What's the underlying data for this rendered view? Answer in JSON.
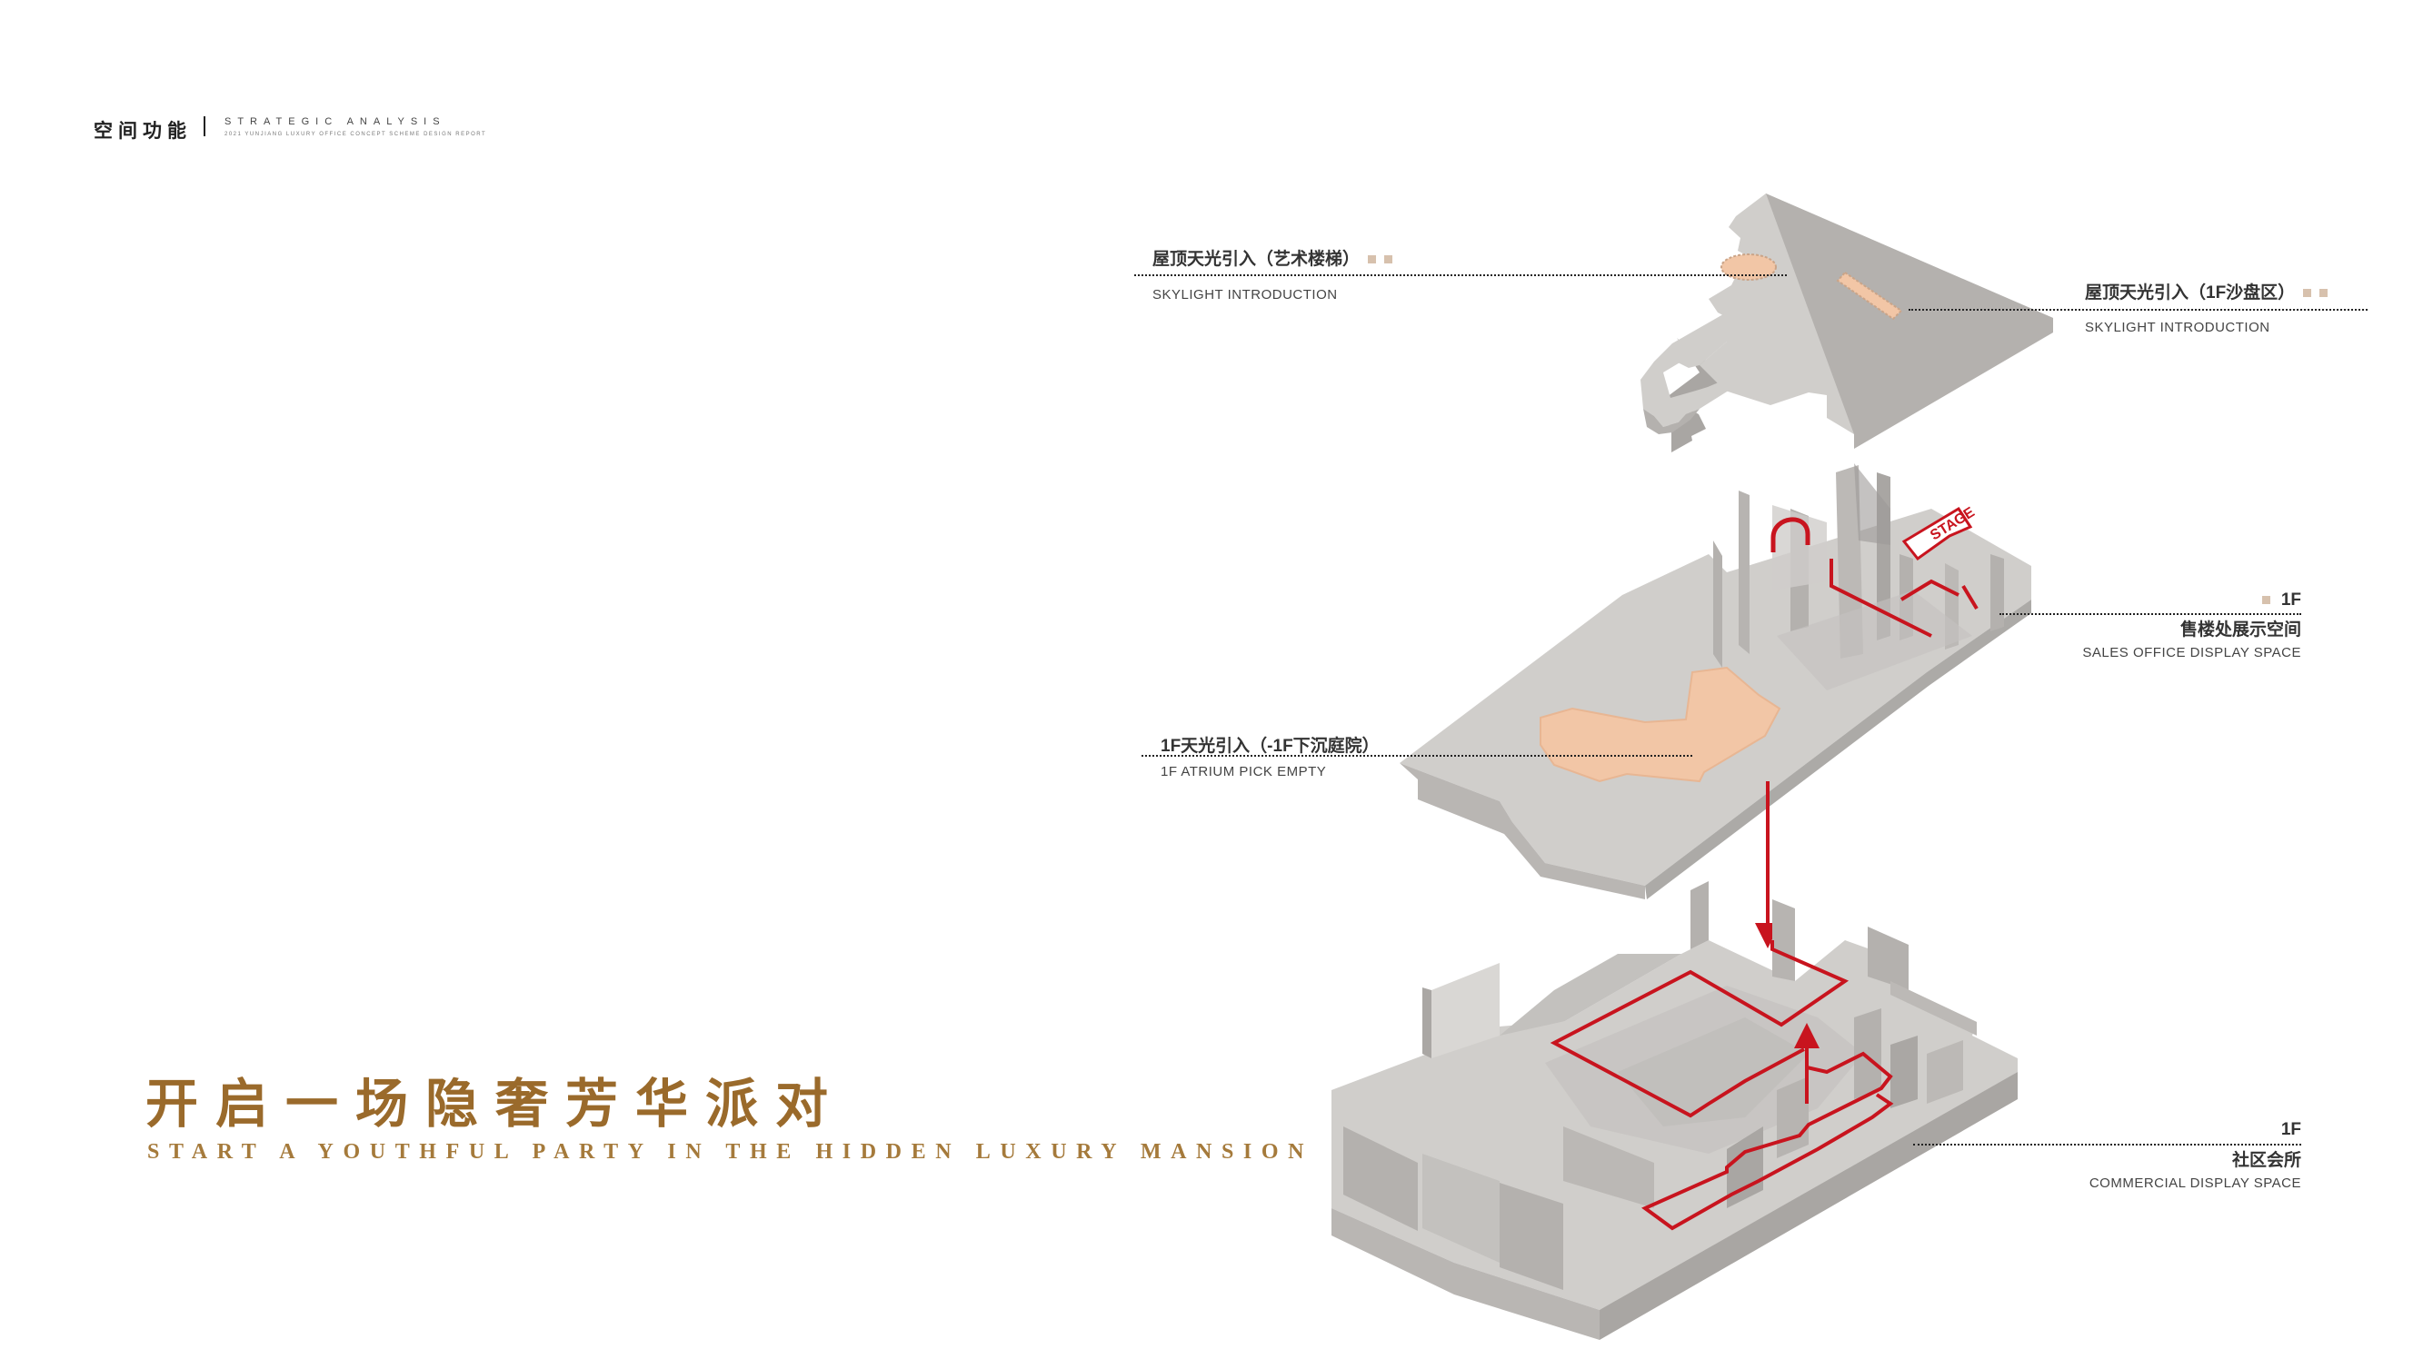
{
  "header": {
    "title": "空间功能",
    "english": "STRATEGIC ANALYSIS",
    "subtitle": "2021 YUNJIANG LUXURY OFFICE CONCEPT SCHEME DESIGN REPORT"
  },
  "title": {
    "chinese": "开启一场隐奢芳华派对",
    "english": "START A YOUTHFUL PARTY IN THE HIDDEN LUXURY MANSION"
  },
  "labels": {
    "skylight_stair": {
      "cn": "屋顶天光引入（艺术楼梯）",
      "en": "SKYLIGHT INTRODUCTION"
    },
    "skylight_sand": {
      "cn": "屋顶天光引入（1F沙盘区）",
      "en": "SKYLIGHT INTRODUCTION"
    },
    "sales": {
      "floor": "1F",
      "cn": "售楼处展示空间",
      "en": "SALES OFFICE DISPLAY SPACE"
    },
    "atrium": {
      "cn": "1F天光引入（-1F下沉庭院）",
      "en": "1F ATRIUM PICK EMPTY"
    },
    "club": {
      "floor": "1F",
      "cn": "社区会所",
      "en": "COMMERCIAL DISPLAY SPACE"
    },
    "stage": "STAGE"
  },
  "colors": {
    "accent_red": "#c8141e",
    "gold": "#9a6a2b",
    "skylight": "#f2c6a6",
    "slab": "#d3d1cf",
    "marker": "#d7c1ad"
  }
}
